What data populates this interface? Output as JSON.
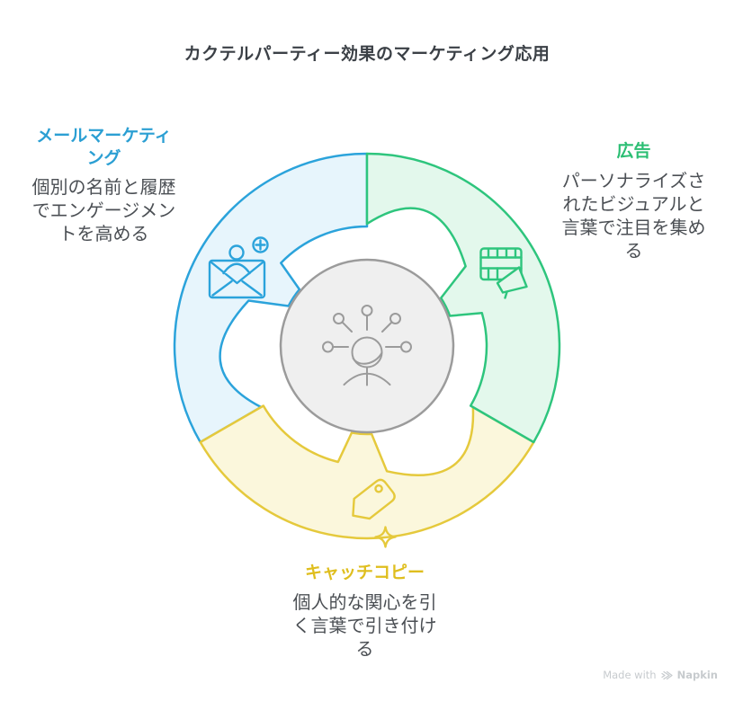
{
  "title": "カクテルパーティー効果のマーケティング応用",
  "title_color": "#3B4046",
  "body_color": "#4B4F54",
  "sections": [
    {
      "id": "email",
      "label": "メールマーケティング",
      "body": "個別の名前と履歴でエンゲージメントを高める",
      "accent": "#2BA3DB",
      "label_color": "#2B9FD3",
      "fill": "#E7F5FC",
      "icon": "email-add-person-icon"
    },
    {
      "id": "ads",
      "label": "広告",
      "body": "パーソナライズされたビジュアルと言葉で注目を集める",
      "accent": "#2EC57D",
      "label_color": "#2BBE73",
      "fill": "#E3F8EC",
      "icon": "film-megaphone-icon"
    },
    {
      "id": "copy",
      "label": "キャッチコピー",
      "body": "個人的な関心を引く言葉で引き付ける",
      "accent": "#E5C93C",
      "label_color": "#DFBE1E",
      "fill": "#FBF7DC",
      "icon": "price-tag-sparkle-icon"
    }
  ],
  "center": {
    "icon": "attention-person-icon",
    "fill": "#EFEFEF",
    "stroke": "#9B9B9B"
  },
  "watermark": {
    "prefix": "Made with",
    "brand": "Napkin",
    "color": "#C7CBCE"
  }
}
